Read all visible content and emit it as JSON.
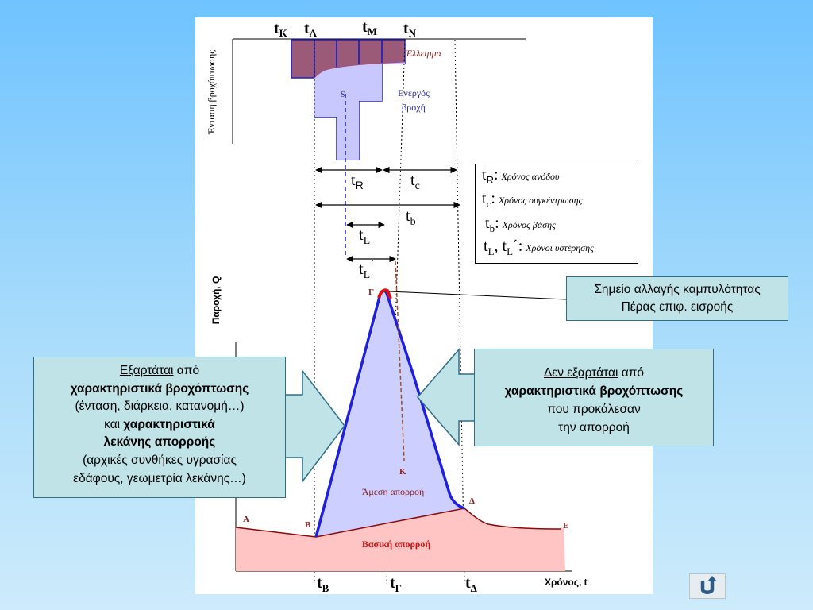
{
  "hyetograph": {
    "y_axis_label": "Ένταση βροχόπτωσης",
    "time_marks": [
      "t_K",
      "t_Λ",
      "t_M",
      "t_N"
    ],
    "deficit_label": "Έλλειμμα",
    "active_rain_label_1": "Ενεργός",
    "active_rain_label_2": "βροχή",
    "centroid_label": "S"
  },
  "time_intervals": {
    "tR_symbol": "t",
    "tR_sub": "R",
    "tc_symbol": "t",
    "tc_sub": "c",
    "tb_symbol": "t",
    "tb_sub": "b",
    "tL_symbol": "t",
    "tL_sub": "L",
    "tL2_symbol": "t",
    "tL2_sub": "L",
    "tL2_prime": "΄"
  },
  "legend": {
    "items": [
      {
        "symbol": "t",
        "sub": "R",
        "suffix": ":",
        "text": "Χρόνος ανόδου"
      },
      {
        "symbol": "t",
        "sub": "c",
        "suffix": ":",
        "text": "Χρόνος συγκέντρωσης"
      },
      {
        "symbol": "t",
        "sub": "b",
        "suffix": ":",
        "text": "Χρόνος βάσης"
      },
      {
        "symbol": "t",
        "sub": "L",
        "suffix": ", t",
        "sub2": "L",
        "suffix2": "΄:",
        "text": "Χρόνοι υστέρησης"
      }
    ]
  },
  "hydrograph": {
    "y_axis_label": "Παροχή, Q",
    "x_axis_label": "Χρόνος, t",
    "point_labels": {
      "A": "Α",
      "B": "Β",
      "G": "Γ",
      "D": "Δ",
      "E": "Ε",
      "K": "Κ"
    },
    "direct_runoff_label": "Άμεση απορροή",
    "base_runoff_label": "Βασική απορροή",
    "time_marks": [
      "t_B",
      "t_Γ",
      "t_Δ"
    ]
  },
  "callouts": {
    "curvature_line1": "Σημείο αλλαγής καμπυλότητας",
    "curvature_line2": "Πέρας επιφ. εισροής",
    "depends_u": "Εξαρτάται",
    "depends_1b": " από",
    "depends_2": "χαρακτηριστικά βροχόπτωσης",
    "depends_3": "(ένταση, διάρκεια, κατανομή…)",
    "depends_4a": "και ",
    "depends_4b": "χαρακτηριστικά",
    "depends_5": "λεκάνης απορροής",
    "depends_6": "(αρχικές συνθήκες υγρασίας",
    "depends_7": "εδάφους, γεωμετρία λεκάνης…)",
    "notdep_u": "Δεν εξαρτάται",
    "notdep_1b": " από",
    "notdep_2": "χαρακτηριστικά βροχόπτωσης",
    "notdep_3": "που προκάλεσαν",
    "notdep_4": "την απορροή"
  },
  "colors": {
    "deficit_fill": "#9a5a78",
    "active_fill": "#c8c8ff",
    "hyeto_stroke": "#2020c0",
    "direct_fill": "#cdd0ff",
    "base_fill": "#ffc4c4",
    "hydro_line": "#1f1fe0",
    "base_line": "#8b0a0a",
    "lag_line": "#a0502a",
    "callout_fill": "#bfe3e7",
    "callout_stroke": "#2f6f86"
  },
  "icons": {
    "back": "return-arrow-icon"
  }
}
